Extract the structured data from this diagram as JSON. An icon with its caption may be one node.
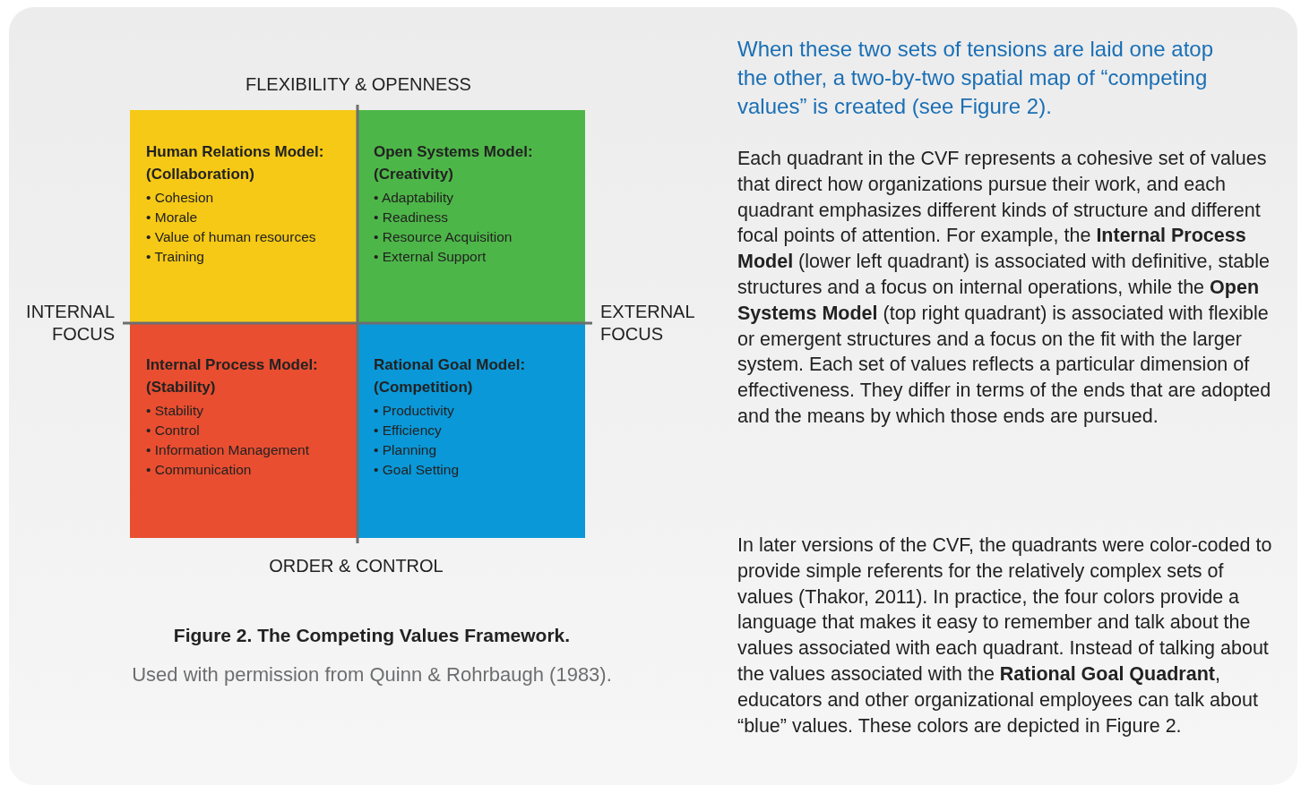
{
  "diagram": {
    "caption": "Figure 2. The Competing Values Framework.",
    "nodes": [
      {
        "text": [
          "Human Relations Model: (Collaboration)",
          "• Cohesion",
          "• Morale",
          "• Value of human resources",
          "• Training"
        ]
      },
      {
        "text": [
          "Open Systems Model: (Creativity)",
          "• Adaptability",
          "• Readiness",
          "• Resource Acquisition",
          "• External Support"
        ]
      },
      {
        "text": [
          "Internal Process Model: (Stability)",
          "• Stability",
          "• Control",
          "• Information Management",
          "• Communication"
        ]
      },
      {
        "text": [
          "Rational Goal Model: (Competition)",
          "• Productivity",
          "• Efficiency",
          "• Planning",
          "• Goal Setting"
        ]
      }
    ],
    "edges": [],
    "labels": [
      "FLEXIBILITY & OPENNESS",
      "INTERNAL FOCUS",
      "EXTERNAL FOCUS",
      "ORDER & CONTROL",
      "Used with permission from Quinn & Rohrbaugh (1983).",
      "When these two sets of tensions are laid one atop the other, a two-by-two spatial map of “competing values” is created (see Figure 2).",
      "Each quadrant in the CVF represents a cohesive set of values that direct how organizations pursue their work, and each quadrant emphasizes different kinds of structure and different focal points of attention. For example, the **Internal Process Model** (lower left quadrant) is associated with definitive, stable structures and a focus on internal operations, while the **Open Systems Model** (top right quadrant) is associated with flexible or emergent structures and a focus on the fit with the larger system. Each set of values reflects a particular dimension of effectiveness. They differ in terms of the ends that are adopted and the means by which those ends are pursued.",
      "In later versions of the CVF, the quadrants were color-coded to provide simple referents for the relatively complex sets of values (Thakor, 2011). In practice, the four colors provide a language that makes it easy to remember and talk about the values associated with each quadrant. Instead of talking about the values associated with the **Rational Goal Quadrant**, educators and other organizational employees can talk about “blue” values. These colors are depicted in Figure 2."
    ]
  }
}
